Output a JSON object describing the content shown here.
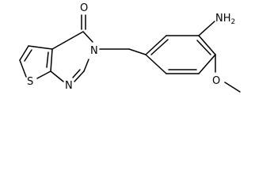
{
  "atoms": {
    "carbonyl_oxygen": "O",
    "ring_nitrogen_top": "N",
    "ring_nitrogen_bottom": "N",
    "thiophene_sulfur": "S",
    "amino_group": "NH",
    "amino_subscript": "2",
    "methoxy_oxygen": "O"
  }
}
